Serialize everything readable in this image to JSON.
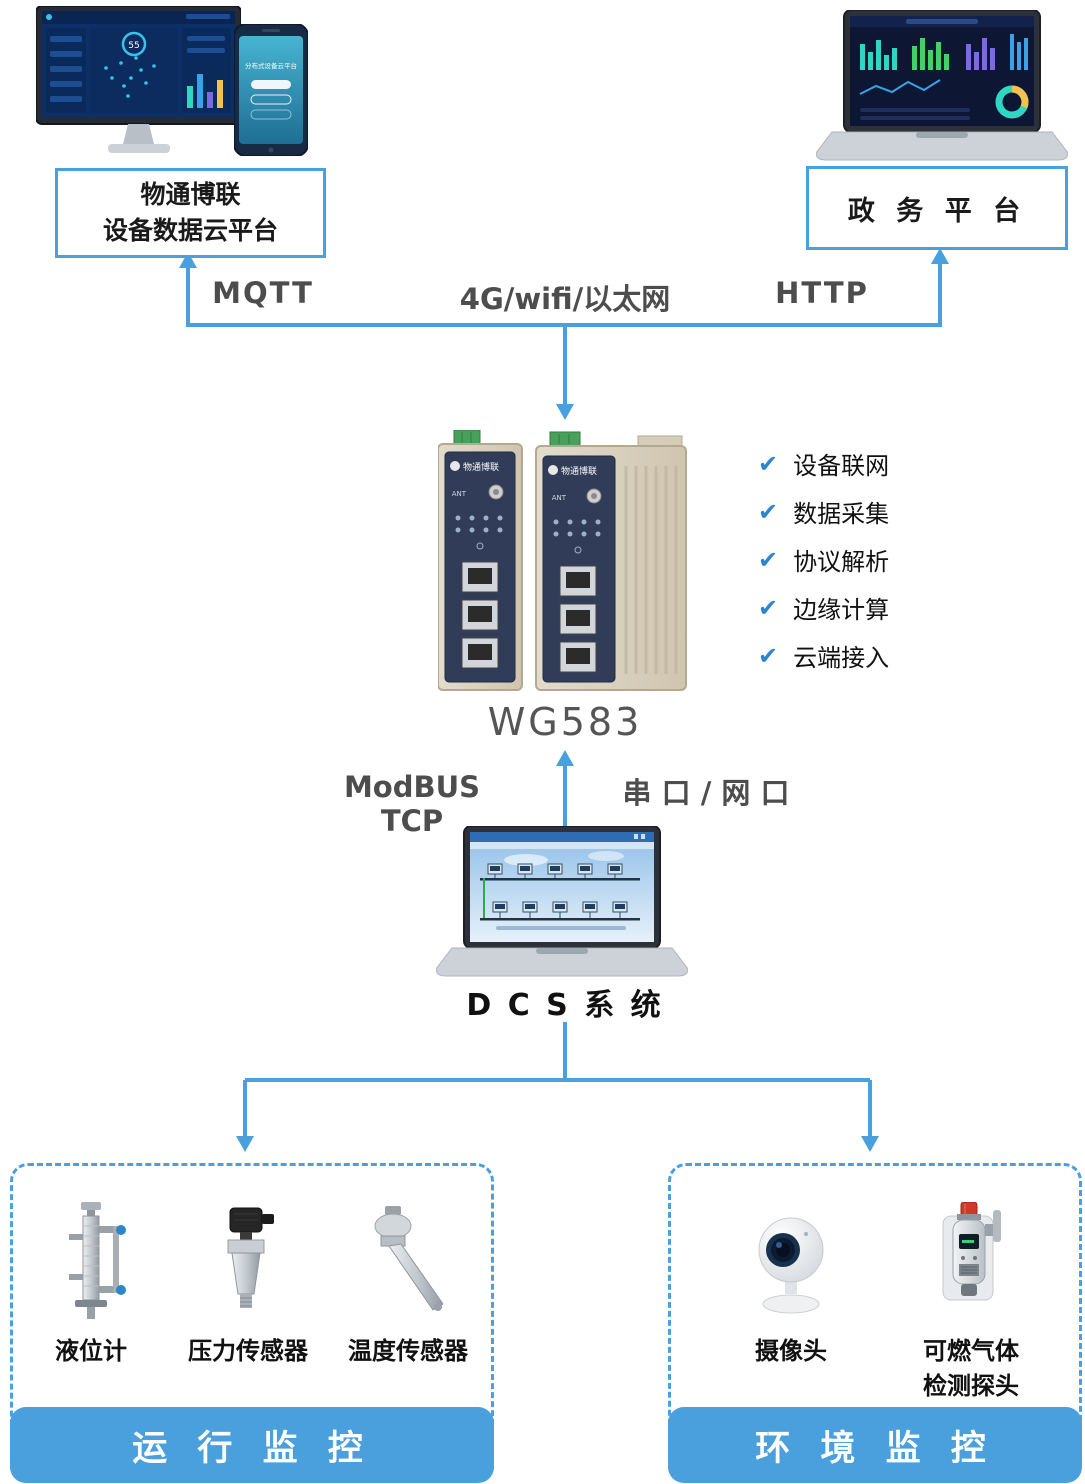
{
  "colors": {
    "accent": "#4AA0DC",
    "check": "#2E86C9"
  },
  "cloud_platform": {
    "line1": "物通博联",
    "line2": "设备数据云平台"
  },
  "gov_platform": {
    "label": "政 务 平 台"
  },
  "links": {
    "mqtt": "MQTT",
    "network": "4G/wifi/以太网",
    "http": "HTTP",
    "modbus": "ModBUS TCP",
    "serial": "串 口 / 网 口"
  },
  "gateway": {
    "brand": "物通博联",
    "ant_label": "ANT",
    "model": "WG583",
    "check": "✔",
    "features": [
      "设备联网",
      "数据采集",
      "协议解析",
      "边缘计算",
      "云端接入"
    ]
  },
  "monitor": {
    "gauge_value": "55"
  },
  "phone": {
    "title": "分布式设备云平台"
  },
  "dcs": {
    "label": "D C S 系 统"
  },
  "operation": {
    "sensors": [
      "液位计",
      "压力传感器",
      "温度传感器"
    ],
    "label": "运 行 监 控"
  },
  "environment": {
    "sensors": [
      "摄像头",
      "可燃气体\n检测探头"
    ],
    "label": "环 境 监 控"
  }
}
